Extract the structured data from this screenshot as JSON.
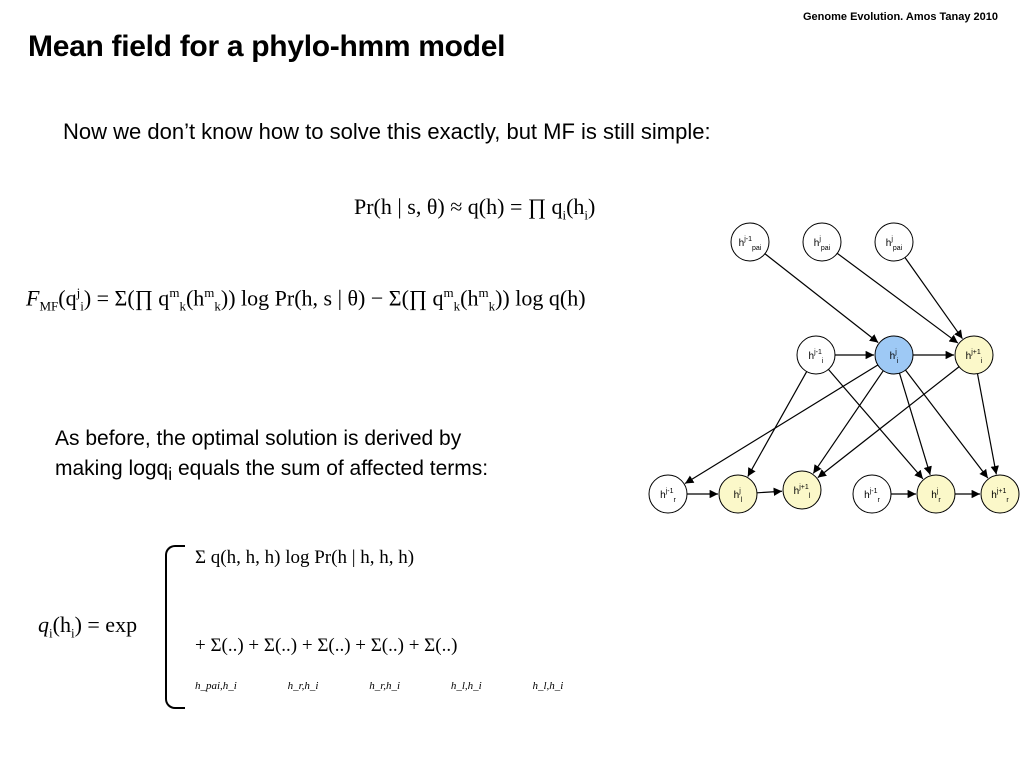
{
  "header": {
    "credit": "Genome Evolution. Amos Tanay 2010"
  },
  "slide": {
    "title": "Mean field for a phylo-hmm model",
    "intro": "Now we don’t know how to solve this exactly, but MF is still simple:",
    "body_line1": "As before, the optimal solution is derived by",
    "body_line2_a": "making logq",
    "body_line2_sub": "i",
    "body_line2_b": " equals the sum of affected terms:"
  },
  "equations": {
    "eq1": "Pr(h | s, θ) ≈ q(h) = ∏ q",
    "eq1_sub": "i",
    "eq1_tail": "(h",
    "eq1_tail_sub": "i",
    "eq1_end": ")",
    "eq2": "F",
    "eq2_sub": "MF",
    "eq2_a": "(q",
    "eq2_a_sub": "i",
    "eq2_a_sup": "j",
    "eq2_b": ") = Σ(∏ q",
    "eq2_b_sub": "k",
    "eq2_b_sup": "m",
    "eq2_c": "(h",
    "eq2_c_sub": "k",
    "eq2_c_sup": "m",
    "eq2_d": ")) log Pr(h, s | θ) − Σ(∏ q",
    "eq2_d_sub": "k",
    "eq2_d_sup": "m",
    "eq2_e": "(h",
    "eq2_e_sub": "k",
    "eq2_e_sup": "m",
    "eq2_f": ")) log q(h)",
    "eq3_lhs": "q",
    "eq3_lhs_sub": "i",
    "eq3_lhs_b": "(h",
    "eq3_lhs_b_sub": "i",
    "eq3_lhs_c": ") = exp",
    "eq3_row1": "Σ q(h, h, h) log Pr(h | h, h, h)",
    "eq3_row2": "+ Σ(..) + Σ(..) + Σ(..) + Σ(..) + Σ(..)",
    "eq3_subs": "h_pai,h_i h_r,h_i h_r,h_i h_l,h_i h_l,h_i"
  },
  "diagram": {
    "nodes": [
      {
        "id": "n_top1",
        "label": "h",
        "sup": "j-1",
        "sub": "pai",
        "fill": "#ffffff"
      },
      {
        "id": "n_top2",
        "label": "h",
        "sup": "j",
        "sub": "pai",
        "fill": "#ffffff"
      },
      {
        "id": "n_top3",
        "label": "h",
        "sup": "j",
        "sub": "pai",
        "fill": "#ffffff"
      },
      {
        "id": "n_mid1",
        "label": "h",
        "sup": "j-1",
        "sub": "i",
        "fill": "#ffffff"
      },
      {
        "id": "n_mid2",
        "label": "h",
        "sup": "j",
        "sub": "i",
        "fill": "#9ec9f5"
      },
      {
        "id": "n_mid3",
        "label": "h",
        "sup": "j+1",
        "sub": "i",
        "fill": "#fbf8c9"
      },
      {
        "id": "n_bot1",
        "label": "h",
        "sup": "j-1",
        "sub": "r",
        "fill": "#ffffff"
      },
      {
        "id": "n_bot2",
        "label": "h",
        "sup": "j",
        "sub": "l",
        "fill": "#fbf8c9"
      },
      {
        "id": "n_bot3",
        "label": "h",
        "sup": "j+1",
        "sub": "l",
        "fill": "#fbf8c9"
      },
      {
        "id": "n_bot4",
        "label": "h",
        "sup": "j-1",
        "sub": "r",
        "fill": "#ffffff"
      },
      {
        "id": "n_bot5",
        "label": "h",
        "sup": "j",
        "sub": "r",
        "fill": "#fbf8c9"
      },
      {
        "id": "n_bot6",
        "label": "h",
        "sup": "j+1",
        "sub": "r",
        "fill": "#fbf8c9"
      }
    ],
    "edges": [
      [
        "n_top1",
        "n_mid2"
      ],
      [
        "n_top2",
        "n_mid3"
      ],
      [
        "n_top3",
        "n_mid3"
      ],
      [
        "n_mid1",
        "n_mid2"
      ],
      [
        "n_mid2",
        "n_mid3"
      ],
      [
        "n_mid1",
        "n_bot2"
      ],
      [
        "n_mid1",
        "n_bot5"
      ],
      [
        "n_mid2",
        "n_bot1"
      ],
      [
        "n_mid2",
        "n_bot3"
      ],
      [
        "n_mid2",
        "n_bot5"
      ],
      [
        "n_mid2",
        "n_bot6"
      ],
      [
        "n_mid3",
        "n_bot3"
      ],
      [
        "n_mid3",
        "n_bot6"
      ],
      [
        "n_bot1",
        "n_bot2"
      ],
      [
        "n_bot2",
        "n_bot3"
      ],
      [
        "n_bot4",
        "n_bot5"
      ],
      [
        "n_bot5",
        "n_bot6"
      ]
    ]
  }
}
